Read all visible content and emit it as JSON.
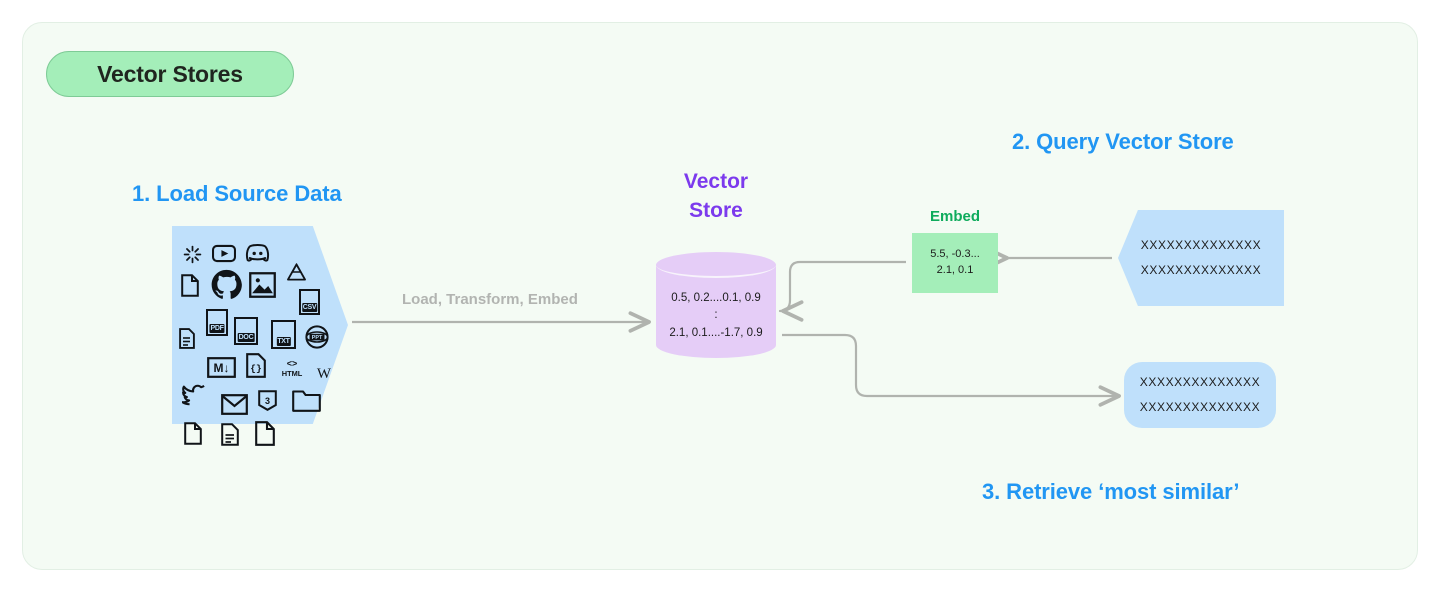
{
  "card": {
    "background": "#f4fbf4",
    "border_color": "#e2efe4"
  },
  "title_badge": {
    "label": "Vector Stores",
    "background": "#a4eeb9",
    "text_color": "#20251f"
  },
  "headings": {
    "step1": "1. Load Source Data",
    "step2": "2. Query Vector Store",
    "step3": "3. Retrieve ‘most similar’",
    "color": "#2196f3"
  },
  "vector_store": {
    "title_line1": "Vector",
    "title_line2": "Store",
    "title_color": "#7c3aed",
    "body_color": "#e5cdf7",
    "rows": [
      "0.5, 0.2....0.1, 0.9",
      ":",
      "2.1, 0.1....-1.7, 0.9"
    ]
  },
  "pipeline_arrow": {
    "label": "Load, Transform, Embed",
    "color": "#b2b4b1"
  },
  "source_data": {
    "shape_color": "#bfe0fb",
    "icons": [
      "slack-icon",
      "youtube-icon",
      "discord-icon",
      "file-icon",
      "github-icon",
      "image-icon",
      "google-drive-icon",
      "csv-file-icon",
      "document-icon",
      "pdf-file-icon",
      "doc-file-icon",
      "txt-file-icon",
      "ppt-file-icon",
      "markdown-icon",
      "json-code-file-icon",
      "html-icon",
      "wikipedia-icon",
      "twitter-icon",
      "email-icon",
      "css3-icon",
      "folder-icon",
      "blank-file-icon",
      "text-file-icon",
      "page-file-icon"
    ]
  },
  "embed": {
    "label": "Embed",
    "label_color": "#0eab5c",
    "box_color": "#a4eeb9",
    "line1": "5.5, -0.3...",
    "line2": "2.1, 0.1"
  },
  "query": {
    "shape_color": "#bfe0fb",
    "line1": "XXXXXXXXXXXXXX",
    "line2": "XXXXXXXXXXXXXX"
  },
  "result": {
    "shape_color": "#bfe0fb",
    "line1": "XXXXXXXXXXXXXX",
    "line2": "XXXXXXXXXXXXXX"
  }
}
